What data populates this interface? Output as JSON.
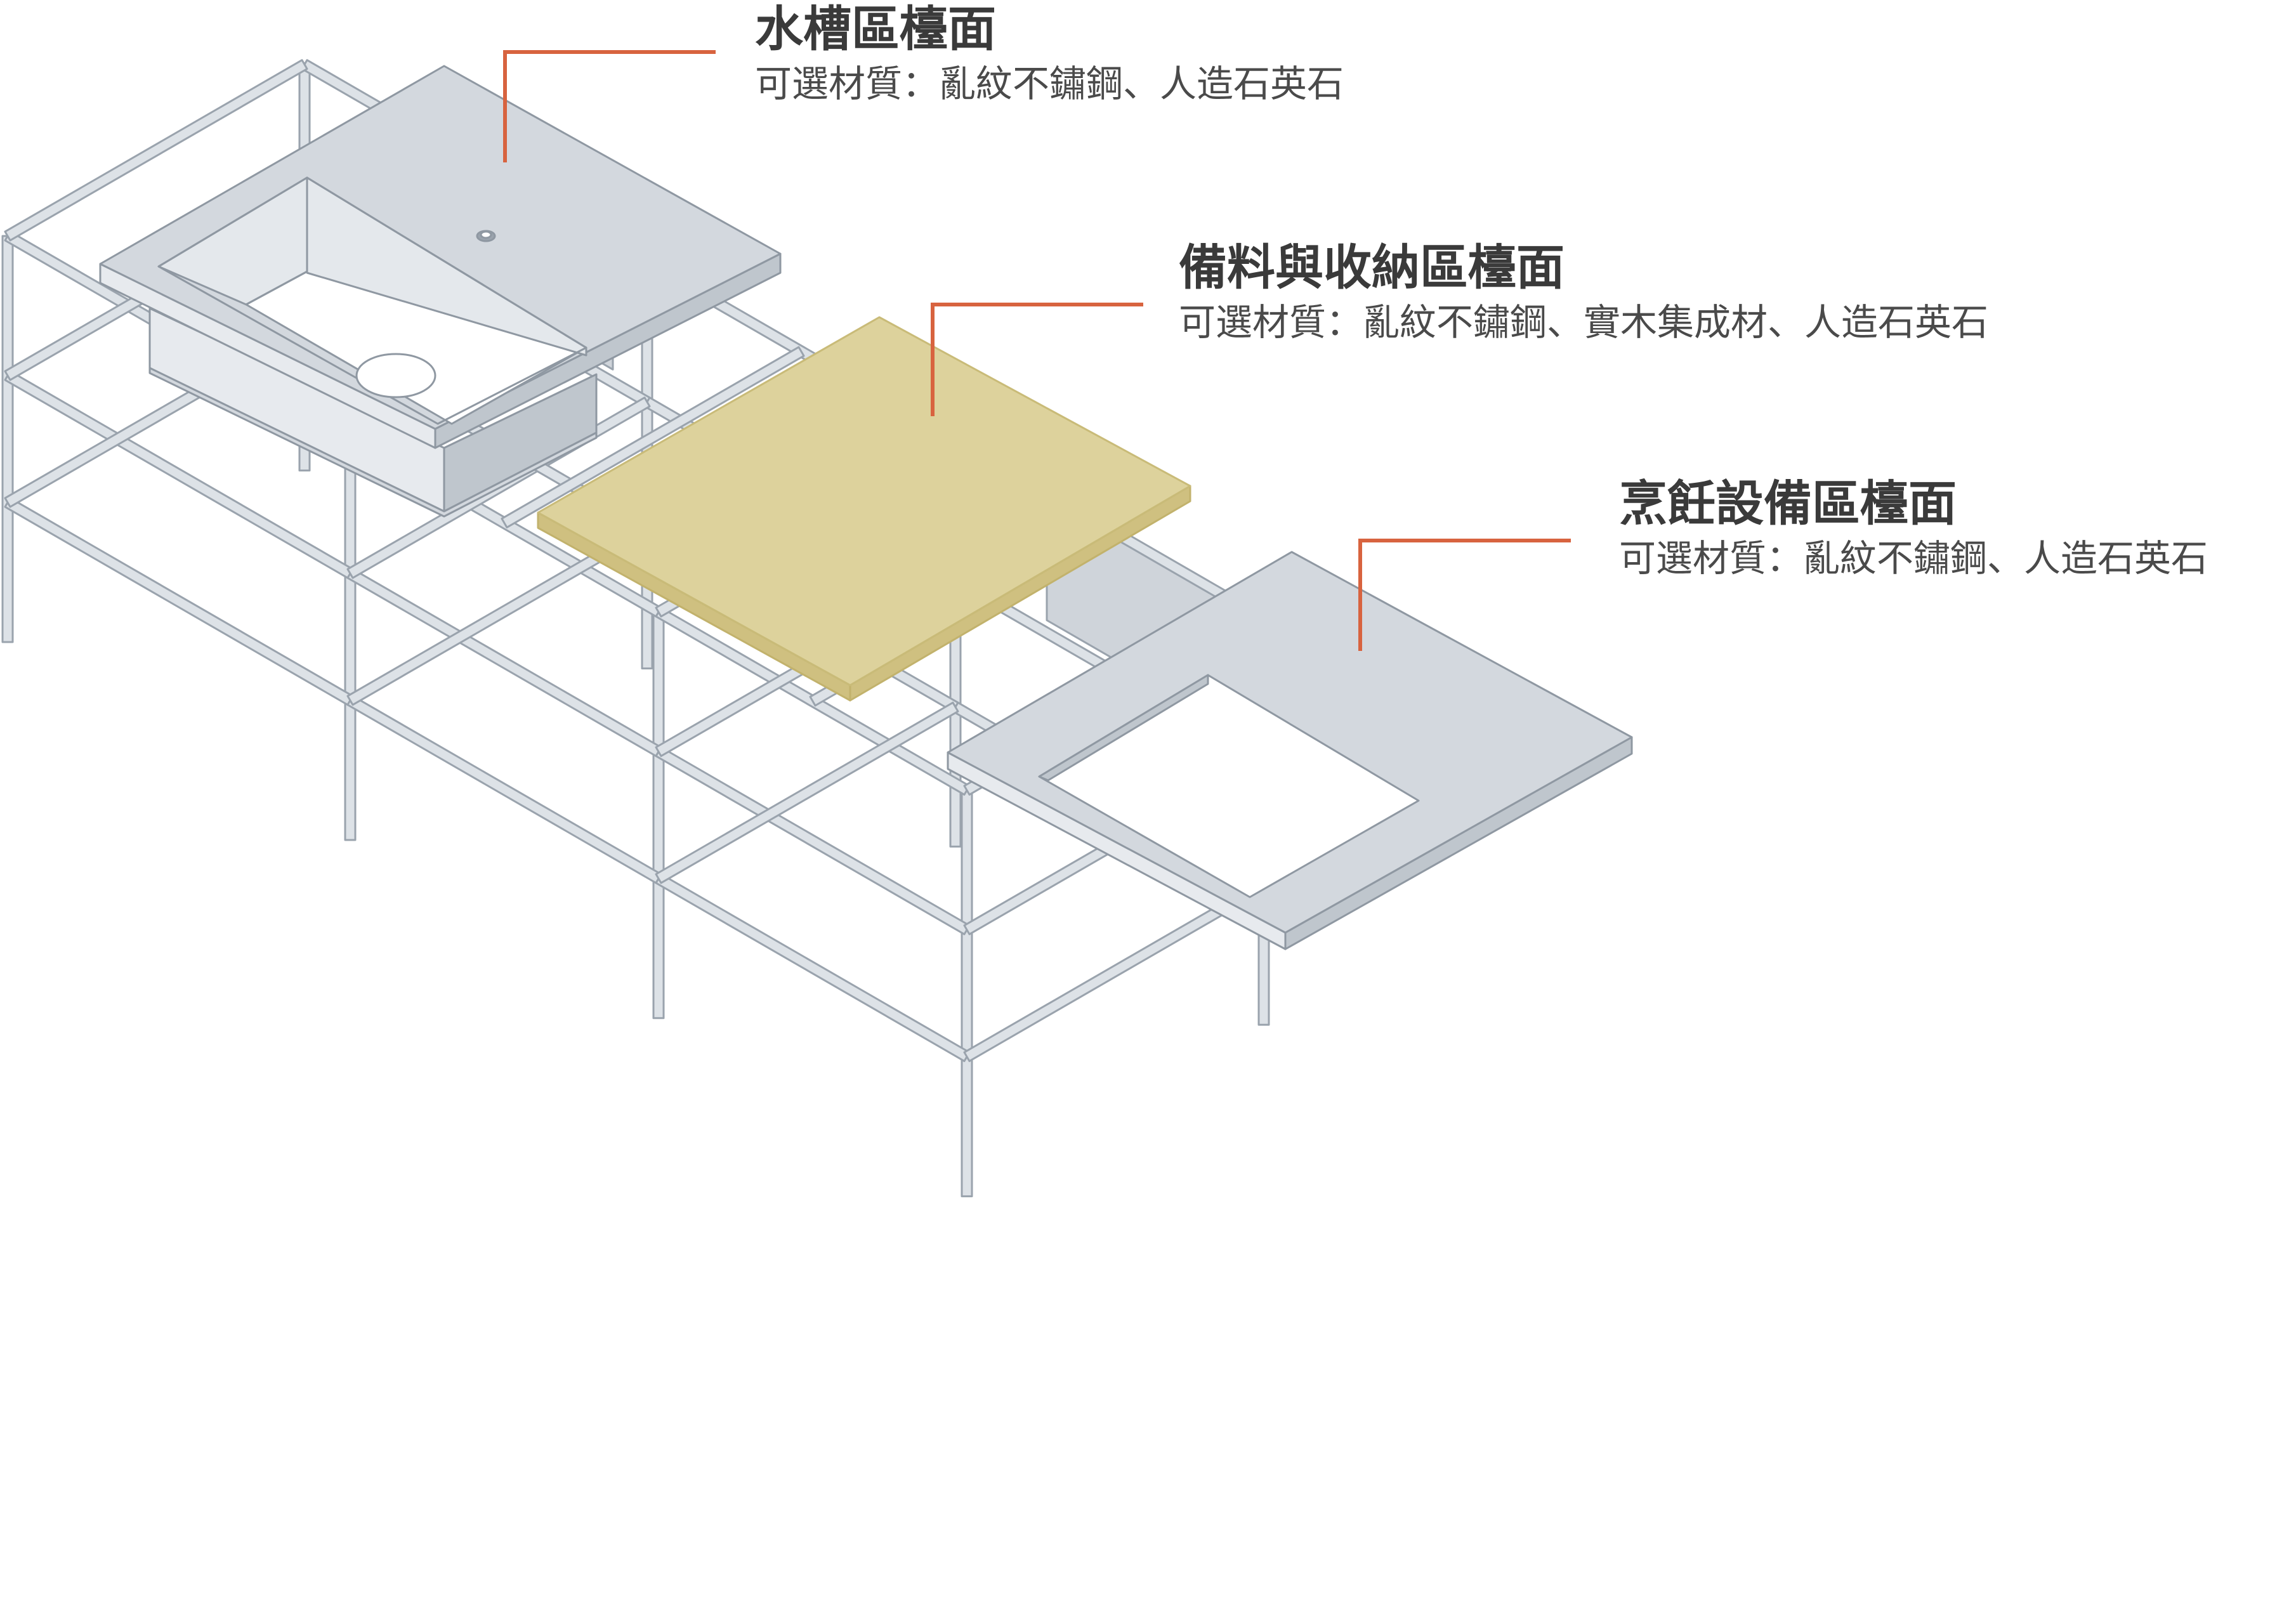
{
  "colors": {
    "leader_line": "#d8633f",
    "steel_surface": "#d3d8de",
    "wood_surface": "#ddd29c",
    "frame": "#dde2e7",
    "outline": "#8f98a2",
    "title_text": "#3a3a3a",
    "subtitle_text": "#4a4a4a"
  },
  "components": [
    {
      "id": "sink",
      "title": "水槽區檯面",
      "subtitle": "可選材質：亂紋不鏽鋼、人造石英石",
      "material_color": "#d3d8de"
    },
    {
      "id": "prep",
      "title": "備料與收納區檯面",
      "subtitle": "可選材質：亂紋不鏽鋼、實木集成材、人造石英石",
      "material_color": "#ddd29c"
    },
    {
      "id": "cooking",
      "title": "烹飪設備區檯面",
      "subtitle": "可選材質：亂紋不鏽鋼、人造石英石",
      "material_color": "#d3d8de"
    }
  ]
}
